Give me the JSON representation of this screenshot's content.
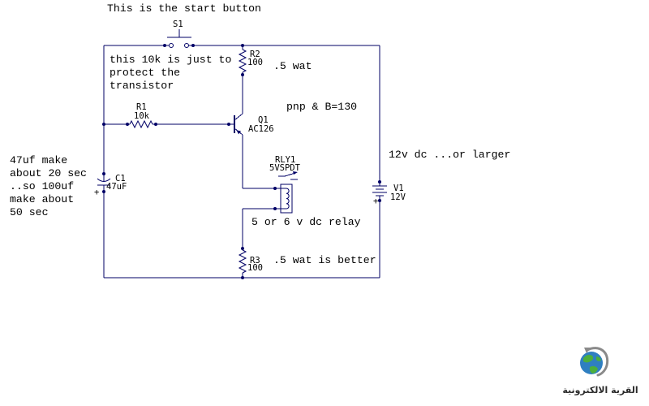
{
  "diagram": {
    "start_note": "This is the start button",
    "protect_note": [
      "this 10k is just to",
      "protect the",
      "transistor"
    ],
    "supply_note": "12v dc ...or larger",
    "timing_note": [
      "47uf make",
      "about 20 sec",
      "..so 100uf",
      "make about",
      "50 sec"
    ]
  },
  "components": {
    "s1": {
      "ref": "S1"
    },
    "r1": {
      "ref": "R1",
      "value": "10k"
    },
    "r2": {
      "ref": "R2",
      "value": "100",
      "note": ".5 wat"
    },
    "r3": {
      "ref": "R3",
      "value": "100",
      "note": ".5 wat is better"
    },
    "q1": {
      "ref": "Q1",
      "part": "AC126",
      "note": "pnp & B=130"
    },
    "rly1": {
      "ref": "RLY1",
      "part": "5VSPDT",
      "note": "5 or 6 v dc relay"
    },
    "c1": {
      "ref": "C1",
      "value": "47uF",
      "polarity": "+"
    },
    "v1": {
      "ref": "V1",
      "value": "12V",
      "polarity": "+"
    }
  },
  "logo": {
    "text": "القرية الالكترونية",
    "icon": "globe-icon"
  },
  "colors": {
    "background": "#ffffff",
    "text": "#000000",
    "wire": "#000066",
    "logo_globe": "#2f7fc1",
    "logo_land": "#4caf3c",
    "logo_swoosh": "#8a8a8a",
    "logo_text": "#2b2b2b"
  }
}
